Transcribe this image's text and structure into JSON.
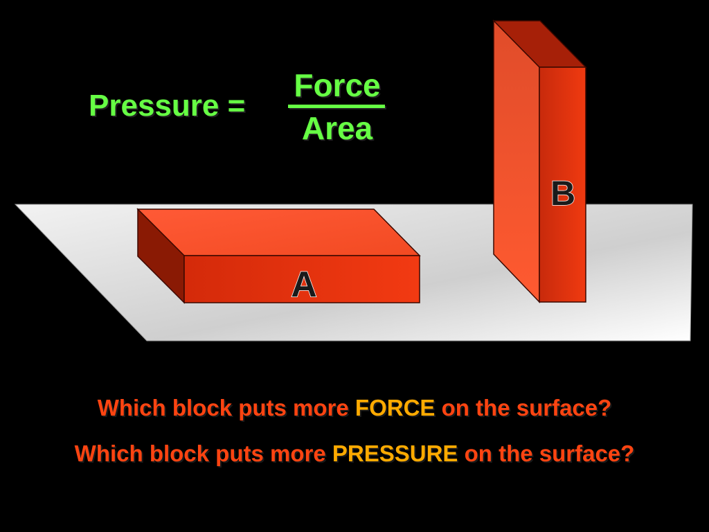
{
  "formula": {
    "lhs": "Pressure =",
    "numerator": "Force",
    "denominator": "Area"
  },
  "blocks": {
    "a_label": "A",
    "b_label": "B"
  },
  "questions": [
    {
      "before": "Which block puts more ",
      "highlight": "FORCE",
      "after": " on the surface?"
    },
    {
      "before": "Which block puts more ",
      "highlight": "PRESSURE",
      "after": " on the surface?"
    }
  ],
  "colors": {
    "background": "#000000",
    "formula_text": "#66ff44",
    "question_text": "#ff4411",
    "question_highlight": "#ffaa00",
    "block": "#ee3311",
    "surface": "#e0e0e0"
  }
}
